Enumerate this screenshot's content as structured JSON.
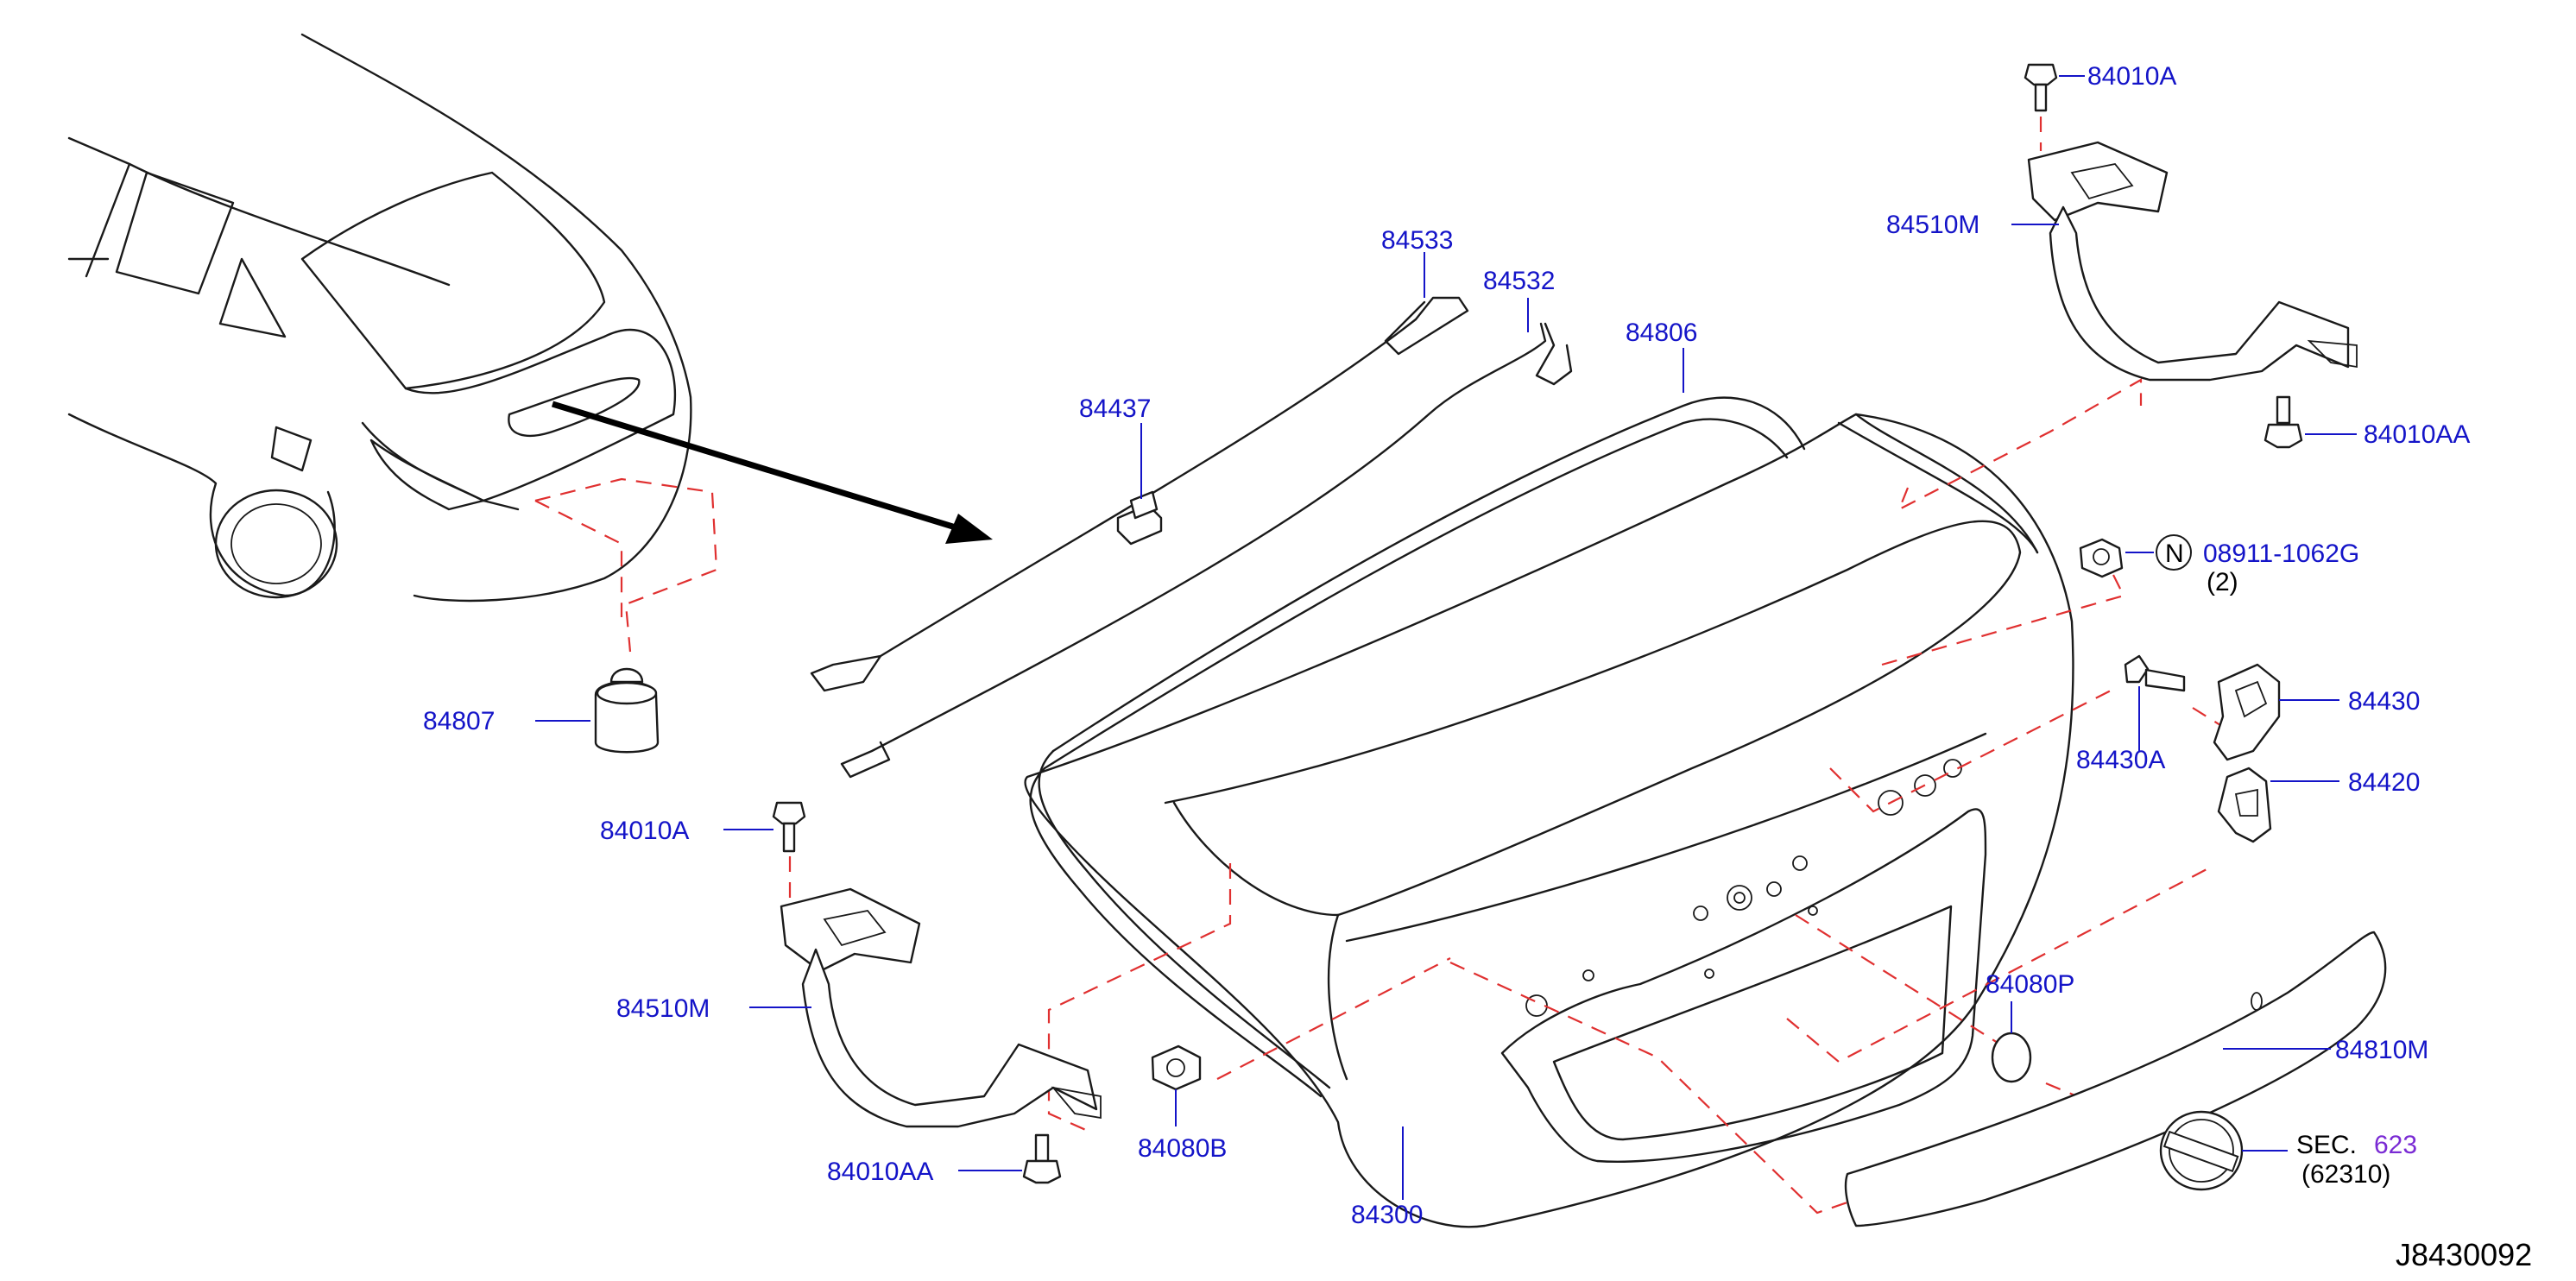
{
  "parts": {
    "p84807": "84807",
    "p84533": "84533",
    "p84532": "84532",
    "p84437": "84437",
    "p84806": "84806",
    "p84010A_top": "84010A",
    "p84510M_top": "84510M",
    "p84010AA_top": "84010AA",
    "n_symbol": "N",
    "p08911": "08911-1062G",
    "qty_2": "(2)",
    "p84430": "84430",
    "p84430A": "84430A",
    "p84420": "84420",
    "p84080P": "84080P",
    "p84810M": "84810M",
    "sec_prefix": "SEC.",
    "sec_number": "623",
    "sec_sub": "(62310)",
    "p84010A_left": "84010A",
    "p84510M_left": "84510M",
    "p84010AA_bottom": "84010AA",
    "p84080B": "84080B",
    "p84300": "84300"
  },
  "diagram_id": "J8430092",
  "colors": {
    "label_blue": "#1414c8",
    "reference_purple": "#7a2bd4",
    "dashed_red": "#e03030",
    "line_black": "#1a1a1a"
  }
}
